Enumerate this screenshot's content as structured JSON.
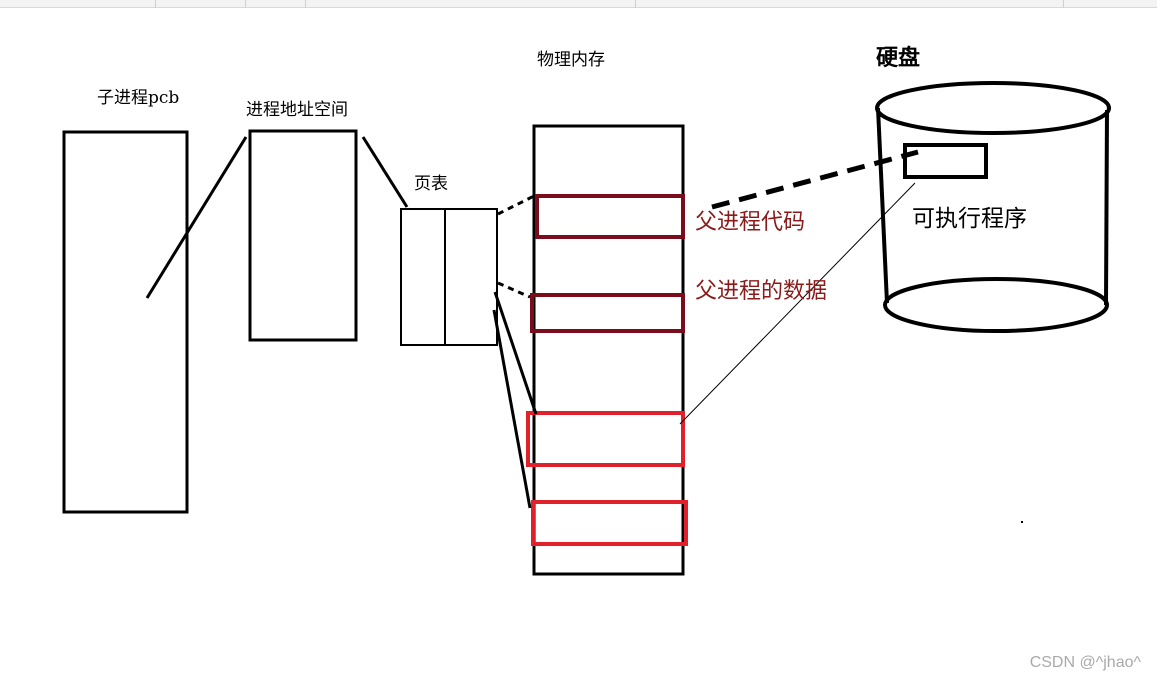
{
  "labels": {
    "child_pcb": "子进程pcb",
    "address_space": "进程地址空间",
    "page_table": "页表",
    "physical_memory": "物理内存",
    "disk": "硬盘",
    "parent_code": "父进程代码",
    "parent_data": "父进程的数据",
    "executable": "可执行程序"
  },
  "watermark": "CSDN @^jhao^",
  "colors": {
    "outline": "#000000",
    "dark_red": "#7a0c1c",
    "bright_red": "#e0202a",
    "label_red": "#8b1a1a",
    "watermark": "#aaaaaa"
  }
}
